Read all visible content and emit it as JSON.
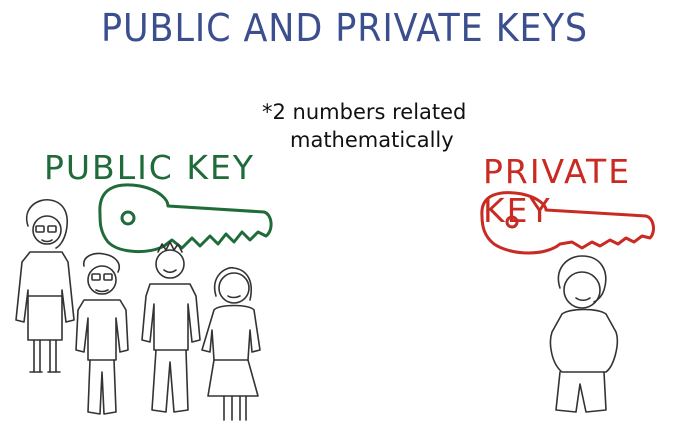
{
  "title": "PUBLIC AND PRIVATE KEYS",
  "note": {
    "line1": "*2 numbers related",
    "line2": "mathematically"
  },
  "public": {
    "label": "PUBLIC KEY",
    "color": "#1f6b3a"
  },
  "private": {
    "label": "PRIVATE KEY",
    "color": "#c92a22"
  },
  "icons": [
    "green-key-icon",
    "red-key-icon",
    "person-icon"
  ]
}
